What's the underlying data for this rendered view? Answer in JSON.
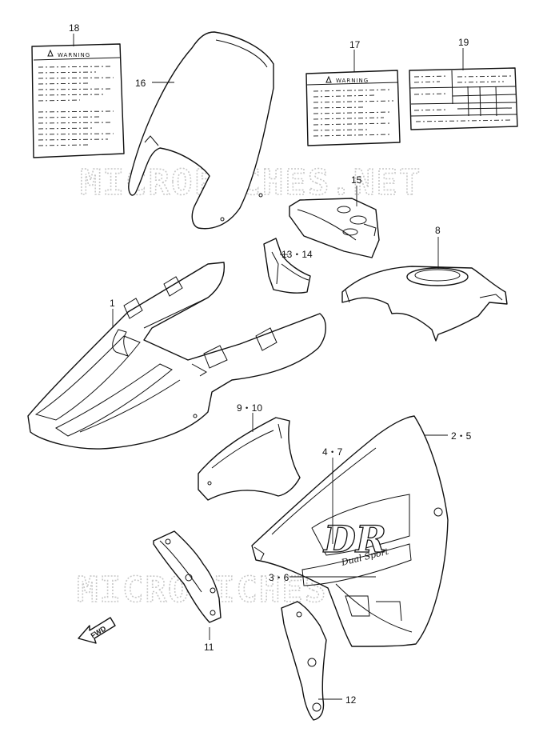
{
  "watermarks": [
    "MICROFICHES.NET",
    "MICROFICHES.NET"
  ],
  "labels": {
    "warning_a": "WARNING",
    "warning_b": "WARNING"
  },
  "decals": {
    "brand": "DR",
    "script": "Dual Sport"
  },
  "fwd": "FWD",
  "callouts": {
    "c1": "1",
    "c2_5": "2・5",
    "c3_6": "3・6",
    "c4_7": "4・7",
    "c8": "8",
    "c9_10": "9・10",
    "c11": "11",
    "c12": "12",
    "c13_14": "13・14",
    "c15": "15",
    "c16": "16",
    "c17": "17",
    "c18": "18",
    "c19": "19"
  }
}
